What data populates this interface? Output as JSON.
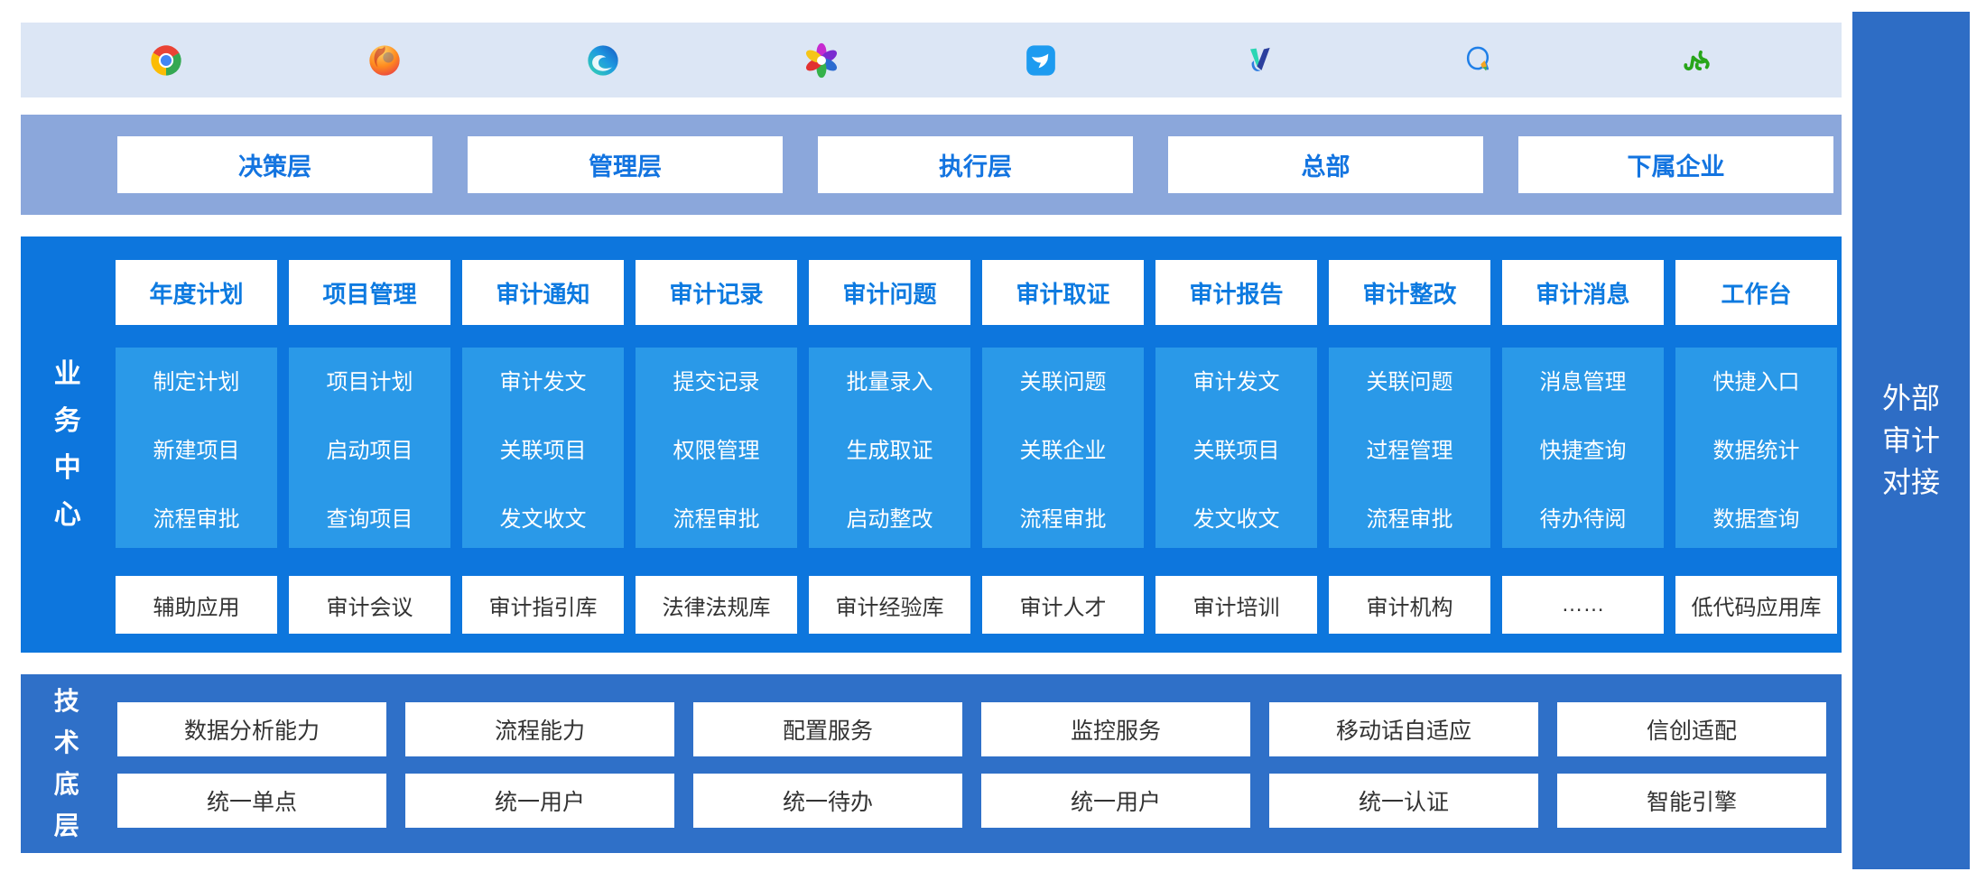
{
  "colors": {
    "icon_band_bg": "#dce6f5",
    "org_band_bg": "#8ba7db",
    "business_bg": "#0d76dd",
    "business_subbox_bg": "#2a99e8",
    "tech_bg": "#2f70c8",
    "external_bar_bg": "#2e6dc5",
    "header_text_blue": "#0d7ae0",
    "box_text_dark": "#333333"
  },
  "icon_bar": {
    "icons": [
      "chrome",
      "firefox",
      "edge",
      "pinwheel-browser",
      "dingtalk",
      "v-app",
      "qq-chat",
      "green-app"
    ]
  },
  "org_layers": {
    "items": [
      "决策层",
      "管理层",
      "执行层",
      "总部",
      "下属企业"
    ]
  },
  "business": {
    "label": "业务中心",
    "columns": [
      {
        "header": "年度计划",
        "items": [
          "制定计划",
          "新建项目",
          "流程审批"
        ]
      },
      {
        "header": "项目管理",
        "items": [
          "项目计划",
          "启动项目",
          "查询项目"
        ]
      },
      {
        "header": "审计通知",
        "items": [
          "审计发文",
          "关联项目",
          "发文收文"
        ]
      },
      {
        "header": "审计记录",
        "items": [
          "提交记录",
          "权限管理",
          "流程审批"
        ]
      },
      {
        "header": "审计问题",
        "items": [
          "批量录入",
          "生成取证",
          "启动整改"
        ]
      },
      {
        "header": "审计取证",
        "items": [
          "关联问题",
          "关联企业",
          "流程审批"
        ]
      },
      {
        "header": "审计报告",
        "items": [
          "审计发文",
          "关联项目",
          "发文收文"
        ]
      },
      {
        "header": "审计整改",
        "items": [
          "关联问题",
          "过程管理",
          "流程审批"
        ]
      },
      {
        "header": "审计消息",
        "items": [
          "消息管理",
          "快捷查询",
          "待办待阅"
        ]
      },
      {
        "header": "工作台",
        "items": [
          "快捷入口",
          "数据统计",
          "数据查询"
        ]
      }
    ],
    "aux_apps": [
      "辅助应用",
      "审计会议",
      "审计指引库",
      "法律法规库",
      "审计经验库",
      "审计人才",
      "审计培训",
      "审计机构",
      "……",
      "低代码应用库"
    ]
  },
  "tech": {
    "label": "技术底层",
    "row1": [
      "数据分析能力",
      "流程能力",
      "配置服务",
      "监控服务",
      "移动话自适应",
      "信创适配"
    ],
    "row2": [
      "统一单点",
      "统一用户",
      "统一待办",
      "统一用户",
      "统一认证",
      "智能引擎"
    ]
  },
  "external": {
    "label": "外部审计对接"
  }
}
